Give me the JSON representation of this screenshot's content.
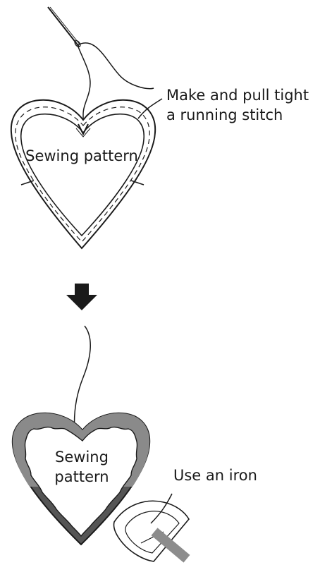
{
  "step1": {
    "pattern_label": "Sewing pattern",
    "callout_line1": "Make and pull tight",
    "callout_line2": "a running stitch"
  },
  "arrow_icon": "down-arrow-icon",
  "step2": {
    "pattern_label_line1": "Sewing",
    "pattern_label_line2": "pattern",
    "callout": "Use an iron"
  },
  "colors": {
    "ink": "#1a1a1a",
    "fold_dark": "#555555",
    "fold_mid": "#8a8a8a",
    "iron_tip": "#8c8c8c"
  }
}
